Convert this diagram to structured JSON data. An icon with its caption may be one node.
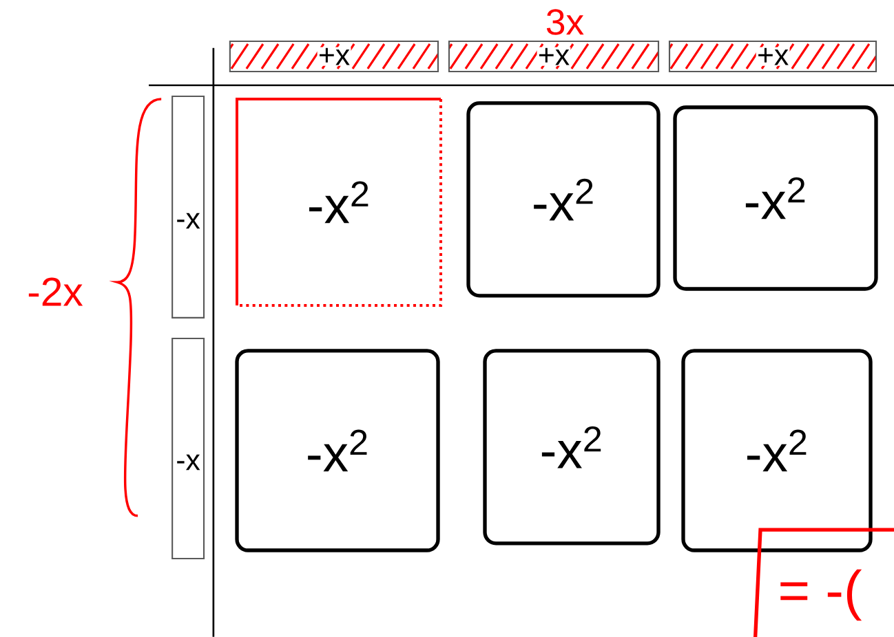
{
  "diagram": {
    "nodes": [
      {
        "text": [
          "+x"
        ]
      },
      {
        "text": [
          "+x"
        ]
      },
      {
        "text": [
          "+x"
        ]
      },
      {
        "text": [
          "-x"
        ]
      },
      {
        "text": [
          "-x"
        ]
      },
      {
        "text": [
          "-x$^{2}$"
        ]
      },
      {
        "text": [
          "-x$^{2}$"
        ]
      },
      {
        "text": [
          "-x$^{2}$"
        ]
      },
      {
        "text": [
          "-x$^{2}$"
        ]
      },
      {
        "text": [
          "-x$^{2}$"
        ]
      },
      {
        "text": [
          "-x$^{2}$"
        ]
      },
      {
        "text": [
          "= -("
        ]
      }
    ],
    "labels": [
      "3x",
      "-2x"
    ]
  }
}
